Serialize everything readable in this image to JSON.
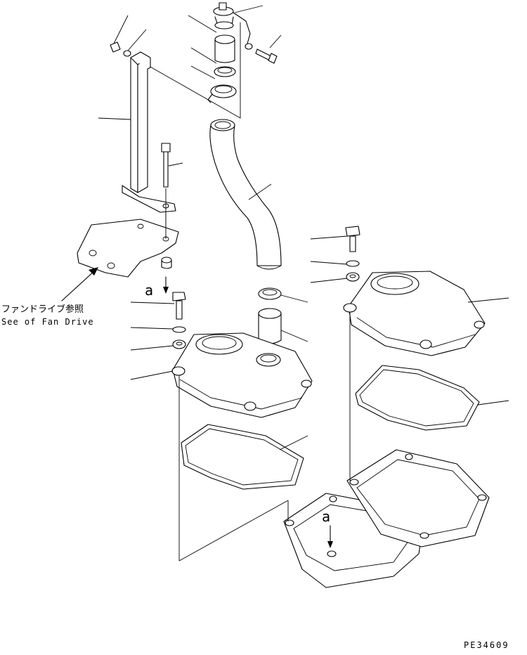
{
  "labels": {
    "ref_ja": "ファンドライブ参照",
    "ref_en": "See of Fan Drive",
    "marker_left": "a",
    "marker_right": "a",
    "figure_code": "PE34609"
  }
}
